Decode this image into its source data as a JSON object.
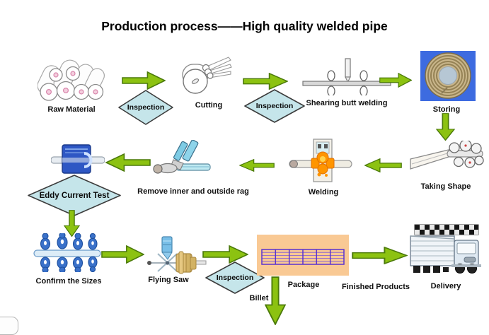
{
  "title": "Production process——High quality welded pipe",
  "colors": {
    "arrow_fill": "#8cc211",
    "arrow_border": "#4b7a0a",
    "diamond_fill": "#c5e5ea",
    "diamond_border": "#3c3c3c",
    "package_fill": "#f9c994",
    "package_grid": "#5b33cf",
    "storing_background": "#3d6be0",
    "welding_flame": "#ff9500"
  },
  "labels": {
    "raw_material": "Raw Material",
    "inspection1": "Inspection",
    "cutting": "Cutting",
    "inspection2": "Inspection",
    "shearing": "Shearing butt welding",
    "storing": "Storing",
    "taking_shape": "Taking Shape",
    "welding": "Welding",
    "remove_rag": "Remove inner and outside rag",
    "eddy_test": "Eddy Current Test",
    "confirm_sizes": "Confirm the Sizes",
    "flying_saw": "Flying Saw",
    "inspection3": "Inspection",
    "package": "Package",
    "billet": "Billet",
    "finished_products": "Finished Products",
    "delivery": "Delivery"
  }
}
